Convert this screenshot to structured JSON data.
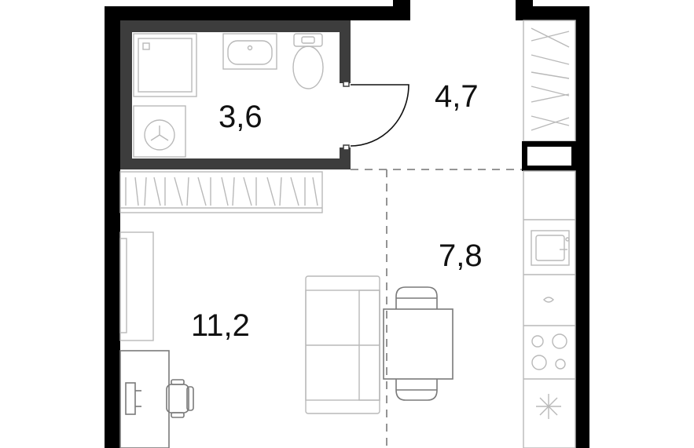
{
  "colors": {
    "wall": "#000000",
    "bathroom_wall": "#3d3d3d",
    "furniture": "#b9b9b9",
    "background": "#ffffff"
  },
  "rooms": {
    "bathroom": {
      "area": "3,6"
    },
    "hallway": {
      "area": "4,7"
    },
    "kitchen": {
      "area": "7,8"
    },
    "living_room": {
      "area": "11,2"
    }
  },
  "icons": [
    "shower-tray",
    "sink",
    "toilet",
    "washing-machine",
    "wardrobe",
    "tv-stand",
    "sofa",
    "dining-table",
    "chairs",
    "desk",
    "office-chair",
    "kitchen-sink",
    "cooktop",
    "fridge",
    "door-swing"
  ]
}
